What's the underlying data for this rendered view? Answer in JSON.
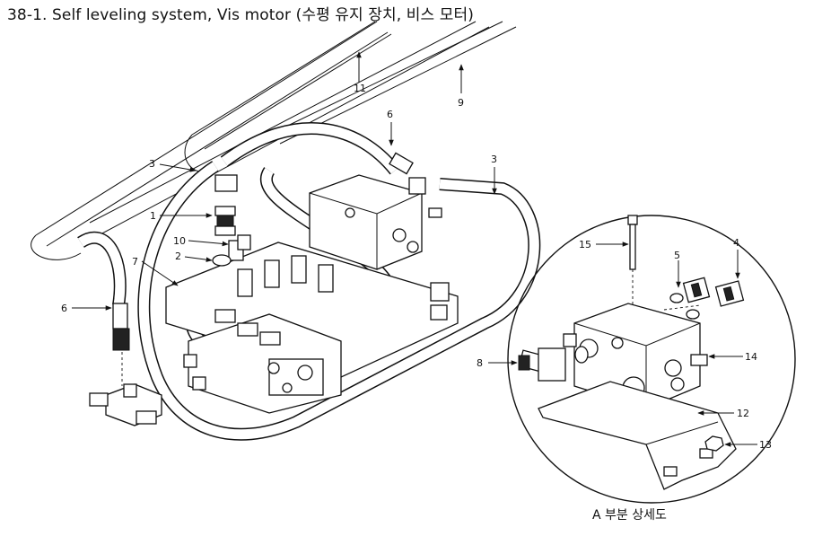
{
  "title": "38-1. Self leveling system, Vis motor (수평 유지 장치, 비스 모터)",
  "detail_caption": "A 부분 상세도",
  "callouts": {
    "c1": "1",
    "c2": "2",
    "c3a": "3",
    "c3b": "3",
    "c4": "4",
    "c5": "5",
    "c6a": "6",
    "c6b": "6",
    "c7": "7",
    "c8": "8",
    "c9": "9",
    "c10": "10",
    "c11": "11",
    "c12": "12",
    "c13": "13",
    "c14": "14",
    "c15": "15"
  }
}
